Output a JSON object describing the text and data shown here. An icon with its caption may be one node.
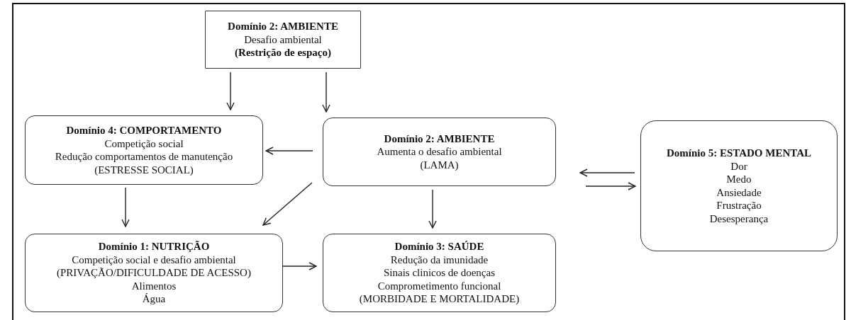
{
  "diagram": {
    "nodes": [
      {
        "text": [
          "Domínio 2: AMBIENTE",
          "Desafio ambiental",
          "**(Restrição de espaço)**"
        ]
      },
      {
        "text": [
          "Domínio 4: COMPORTAMENTO",
          "Competição social",
          "Redução comportamentos de manutenção",
          "(ESTRESSE SOCIAL)"
        ]
      },
      {
        "text": [
          "Domínio 2: AMBIENTE",
          "Aumenta o desafio ambiental",
          "(LAMA)"
        ]
      },
      {
        "text": [
          "Domínio 1: NUTRIÇÃO",
          "Competição social e desafio ambiental",
          "(PRIVAÇÃO/DIFICULDADE DE ACESSO)",
          "Alimentos",
          "Água"
        ]
      },
      {
        "text": [
          "Domínio 3: SAÚDE",
          "Redução da imunidade",
          "Sinais clinicos de doenças",
          "Comprometimento funcional",
          "(MORBIDADE E MORTALIDADE)"
        ]
      },
      {
        "text": [
          "Domínio 5: ESTADO MENTAL",
          "Dor",
          "Medo",
          "Ansiedade",
          "Frustração",
          "Desesperança"
        ]
      }
    ],
    "edges": [
      {
        "from": 0,
        "to": 1,
        "arrow": "to"
      },
      {
        "from": 0,
        "to": 2,
        "arrow": "to"
      },
      {
        "from": 2,
        "to": 1,
        "arrow": "to"
      },
      {
        "from": 1,
        "to": 3,
        "arrow": "to"
      },
      {
        "from": 2,
        "to": 3,
        "arrow": "to"
      },
      {
        "from": 2,
        "to": 4,
        "arrow": "to"
      },
      {
        "from": 3,
        "to": 4,
        "arrow": "to"
      },
      {
        "from": 5,
        "to": 2,
        "arrow": "to"
      },
      {
        "from": 2,
        "to": 5,
        "arrow": "to"
      }
    ]
  }
}
